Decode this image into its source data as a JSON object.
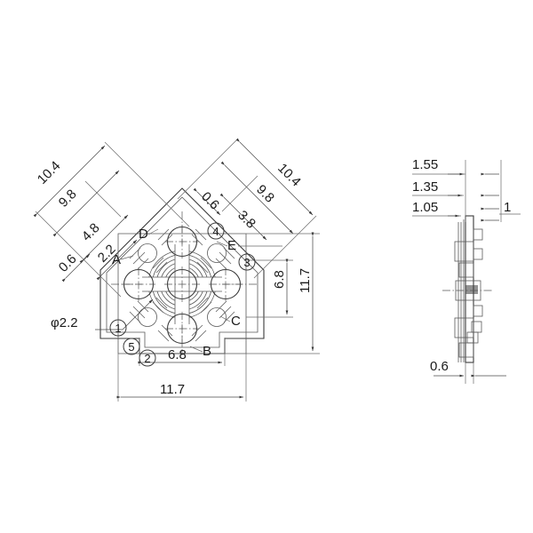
{
  "drawing": {
    "title": "Connector Footprint Technical Drawing",
    "background_color": "#ffffff",
    "line_color": "#3a3a3a",
    "text_color": "#1a1a1a",
    "views": {
      "front": {
        "name": "front-view",
        "description": "Rotated square (diamond) body with central hub, four cardinal holes and four diagonal holes"
      },
      "side": {
        "name": "side-view",
        "description": "Thin side profile section showing stacked layers"
      }
    },
    "dimensions": {
      "front_left_diagonal": [
        {
          "id": "d-10-4-left",
          "value": "10.4"
        },
        {
          "id": "d-9-8-left",
          "value": "9.8"
        },
        {
          "id": "d-4-8-left",
          "value": "4.8"
        },
        {
          "id": "d-2-2-left",
          "value": "2.2"
        },
        {
          "id": "d-0-6-left",
          "value": "0.6"
        }
      ],
      "front_right_diagonal": [
        {
          "id": "d-10-4-right",
          "value": "10.4"
        },
        {
          "id": "d-9-8-right",
          "value": "9.8"
        },
        {
          "id": "d-3-8-right",
          "value": "3.8"
        },
        {
          "id": "d-0-6-right",
          "value": "0.6"
        }
      ],
      "front_vertical": [
        {
          "id": "d-11-7-vertical",
          "value": "11.7"
        },
        {
          "id": "d-6-8-vertical",
          "value": "6.8"
        }
      ],
      "front_horizontal": [
        {
          "id": "d-11-7-horizontal",
          "value": "11.7"
        },
        {
          "id": "d-6-8-horizontal",
          "value": "6.8"
        }
      ],
      "side_view": [
        {
          "id": "d-1-55",
          "value": "1.55"
        },
        {
          "id": "d-1-35",
          "value": "1.35"
        },
        {
          "id": "d-1-05",
          "value": "1.05"
        },
        {
          "id": "d-1-right",
          "value": "1"
        },
        {
          "id": "d-0-6-side",
          "value": "0.6"
        }
      ]
    },
    "callouts": {
      "diameter_note": "φ2.2",
      "letters": [
        {
          "id": "letter-a",
          "label": "A"
        },
        {
          "id": "letter-b",
          "label": "B"
        },
        {
          "id": "letter-c",
          "label": "C"
        },
        {
          "id": "letter-d",
          "label": "D"
        },
        {
          "id": "letter-e",
          "label": "E"
        }
      ],
      "item_markers": [
        {
          "id": "marker-1",
          "label": "1"
        },
        {
          "id": "marker-2",
          "label": "2"
        },
        {
          "id": "marker-3",
          "label": "3"
        },
        {
          "id": "marker-4",
          "label": "4"
        },
        {
          "id": "marker-5",
          "label": "5"
        }
      ]
    }
  }
}
